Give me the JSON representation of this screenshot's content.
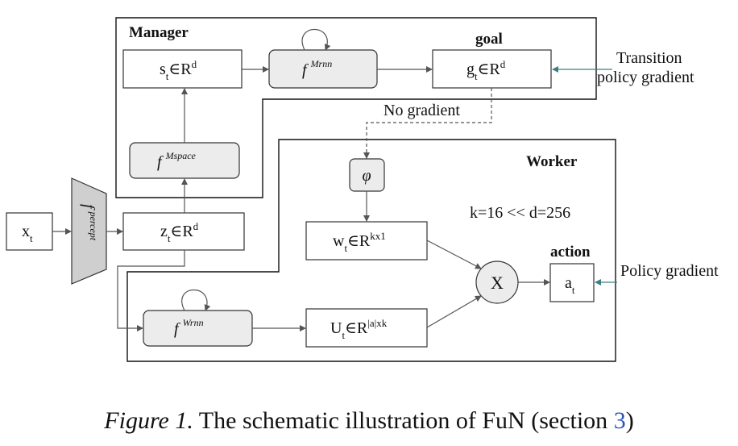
{
  "manager": {
    "title": "Manager",
    "goal_label": "goal",
    "s_box": {
      "main": "s",
      "sub": "t",
      "rest": "∈R",
      "sup": "d"
    },
    "f_mrnn": {
      "f": "f",
      "sup": "Mrnn"
    },
    "g_box": {
      "main": "g",
      "sub": "t",
      "rest": "∈R",
      "sup": "d"
    },
    "f_mspace": {
      "f": "f",
      "sup": "Mspace"
    }
  },
  "transition_gradient": {
    "line1": "Transition",
    "line2": "policy gradient"
  },
  "no_gradient": "No gradient",
  "worker": {
    "title": "Worker",
    "phi": "φ",
    "k_note": "k=16 << d=256",
    "action_label": "action",
    "w_box": {
      "main": "w",
      "sub": "t",
      "rest": "∈R",
      "sup": "kx1"
    },
    "u_box": {
      "main": "U",
      "sub": "t",
      "rest": "∈R",
      "sup": "|a|xk"
    },
    "f_wrnn": {
      "f": "f",
      "sup": "Wrnn"
    },
    "multiply": "X",
    "a_box": {
      "main": "a",
      "sub": "t"
    }
  },
  "policy_gradient": "Policy gradient",
  "x_box": {
    "main": "x",
    "sub": "t"
  },
  "f_percept": {
    "f": "f",
    "sup": "percept"
  },
  "z_box": {
    "main": "z",
    "sub": "t",
    "rest": "∈R",
    "sup": "d"
  },
  "caption": {
    "figure": "Figure 1.",
    "text": " The schematic illustration of FuN (section ",
    "ref": "3",
    "close": ")"
  }
}
